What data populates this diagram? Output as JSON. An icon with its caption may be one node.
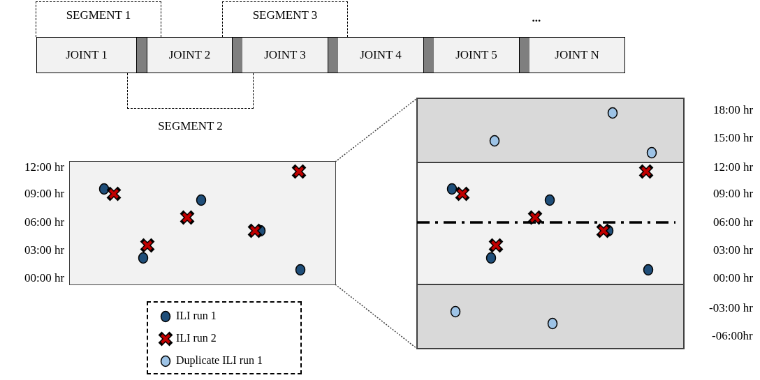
{
  "diagram": {
    "nodes": [
      {
        "text": [
          "JOINT 1"
        ]
      },
      {
        "text": [
          "JOINT 2"
        ]
      },
      {
        "text": [
          "JOINT 3"
        ]
      },
      {
        "text": [
          "JOINT 4"
        ]
      },
      {
        "text": [
          "JOINT 5"
        ]
      },
      {
        "text": [
          "JOINT N"
        ]
      },
      {
        "text": [
          "SEGMENT 1"
        ]
      },
      {
        "text": [
          "SEGMENT 2"
        ]
      },
      {
        "text": [
          "SEGMENT 3"
        ]
      },
      {
        "text": [],
        "shape": "box"
      },
      {
        "text": [],
        "shape": "box"
      }
    ],
    "edges": [
      {
        "from": 9,
        "to": 10,
        "arrow": "none",
        "style": "dashed"
      },
      {
        "from": 9,
        "to": 10,
        "arrow": "none",
        "style": "dashed"
      }
    ],
    "labels": [
      "...",
      "12:00 hr",
      "09:00 hr",
      "06:00 hr",
      "03:00 hr",
      "00:00 hr",
      "18:00 hr",
      "15:00 hr",
      "12:00 hr",
      "09:00 hr",
      "06:00 hr",
      "03:00 hr",
      "00:00 hr",
      "-03:00 hr",
      "-06:00hr"
    ],
    "legend": [
      {
        "text": "ILI run 1"
      },
      {
        "text": "ILI run 2"
      },
      {
        "text": "Duplicate ILI run 1"
      }
    ]
  }
}
